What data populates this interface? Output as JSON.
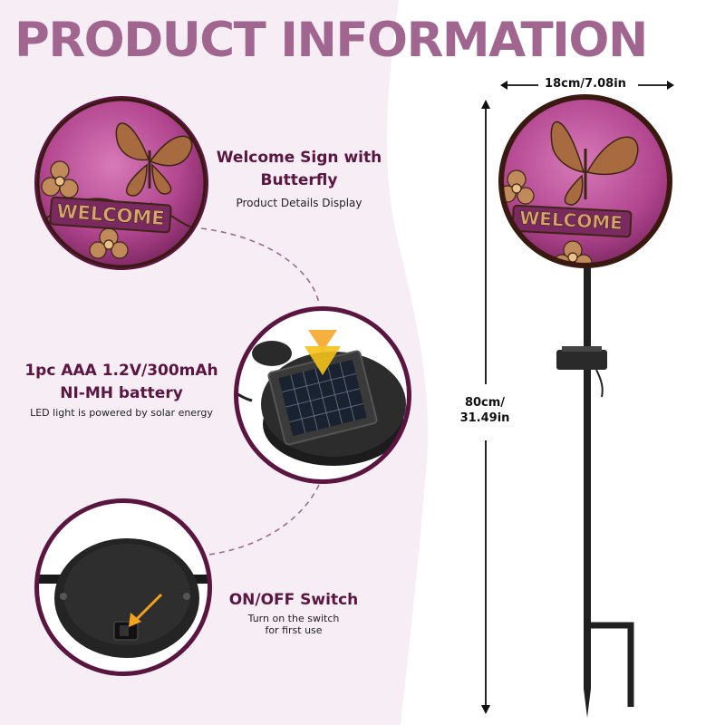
{
  "header": {
    "title": "PRODUCT INFORMATION"
  },
  "features": [
    {
      "title_line1": "Welcome Sign with",
      "title_line2": "Butterfly",
      "subtitle": "Product Details Display"
    },
    {
      "title_line1": "1pc AAA 1.2V/300mAh",
      "title_line2": "NI-MH battery",
      "subtitle": "LED light is powered by solar energy"
    },
    {
      "title_line1": "ON/OFF Switch",
      "subtitle_line1": "Turn on the switch",
      "subtitle_line2": "for first use"
    }
  ],
  "product": {
    "sign_text": "WELCOME"
  },
  "dimensions": {
    "width_label": "18cm/7.08in",
    "height_line1": "80cm/",
    "height_line2": "31.49in"
  },
  "colors": {
    "title": "#a0668f",
    "accent_dark": "#5a1540",
    "background_tint": "#f6eef4",
    "plate_purple": "#b2458f",
    "copper": "#b07a50"
  }
}
